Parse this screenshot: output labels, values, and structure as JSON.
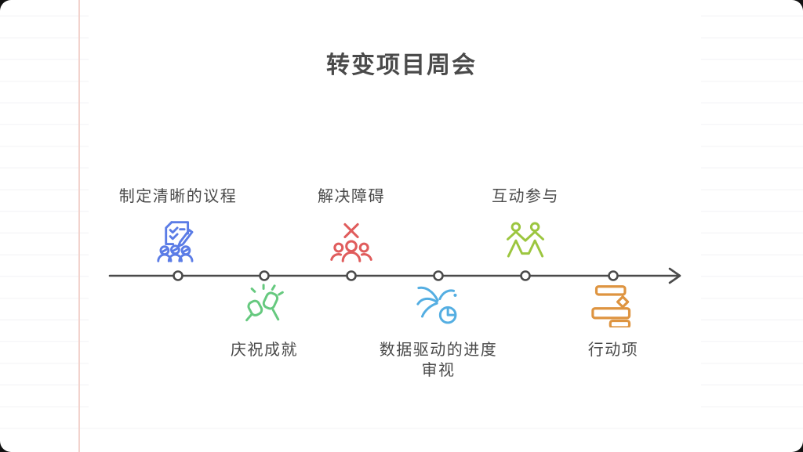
{
  "header": {
    "title": "转变项目周会"
  },
  "colors": {
    "text": "#4a4a4a",
    "axis": "#4a4a4a",
    "agenda_blue": "#5b7ce6",
    "obstacle_red": "#e05c5c",
    "participation_lime": "#9cc63f",
    "celebration_green": "#66c97f",
    "data_cyan": "#54aee2",
    "action_orange": "#de9440"
  },
  "timeline": {
    "direction": "left-to-right",
    "dot_count": 6,
    "line_color": "#4a4a4a",
    "items": [
      {
        "label": "制定清晰的议程",
        "side": "above",
        "icon": "agenda-checklist-icon",
        "color": "#5b7ce6"
      },
      {
        "label": "庆祝成就",
        "side": "below",
        "icon": "fist-bump-icon",
        "color": "#66c97f"
      },
      {
        "label": "解决障碍",
        "side": "above",
        "icon": "blocked-team-icon",
        "color": "#e05c5c"
      },
      {
        "label": "数据驱动的进度\n审视",
        "side": "below",
        "icon": "data-progress-icon",
        "color": "#54aee2"
      },
      {
        "label": "互动参与",
        "side": "above",
        "icon": "holding-hands-icon",
        "color": "#9cc63f"
      },
      {
        "label": "行动项",
        "side": "below",
        "icon": "gantt-bars-icon",
        "color": "#de9440"
      }
    ]
  }
}
